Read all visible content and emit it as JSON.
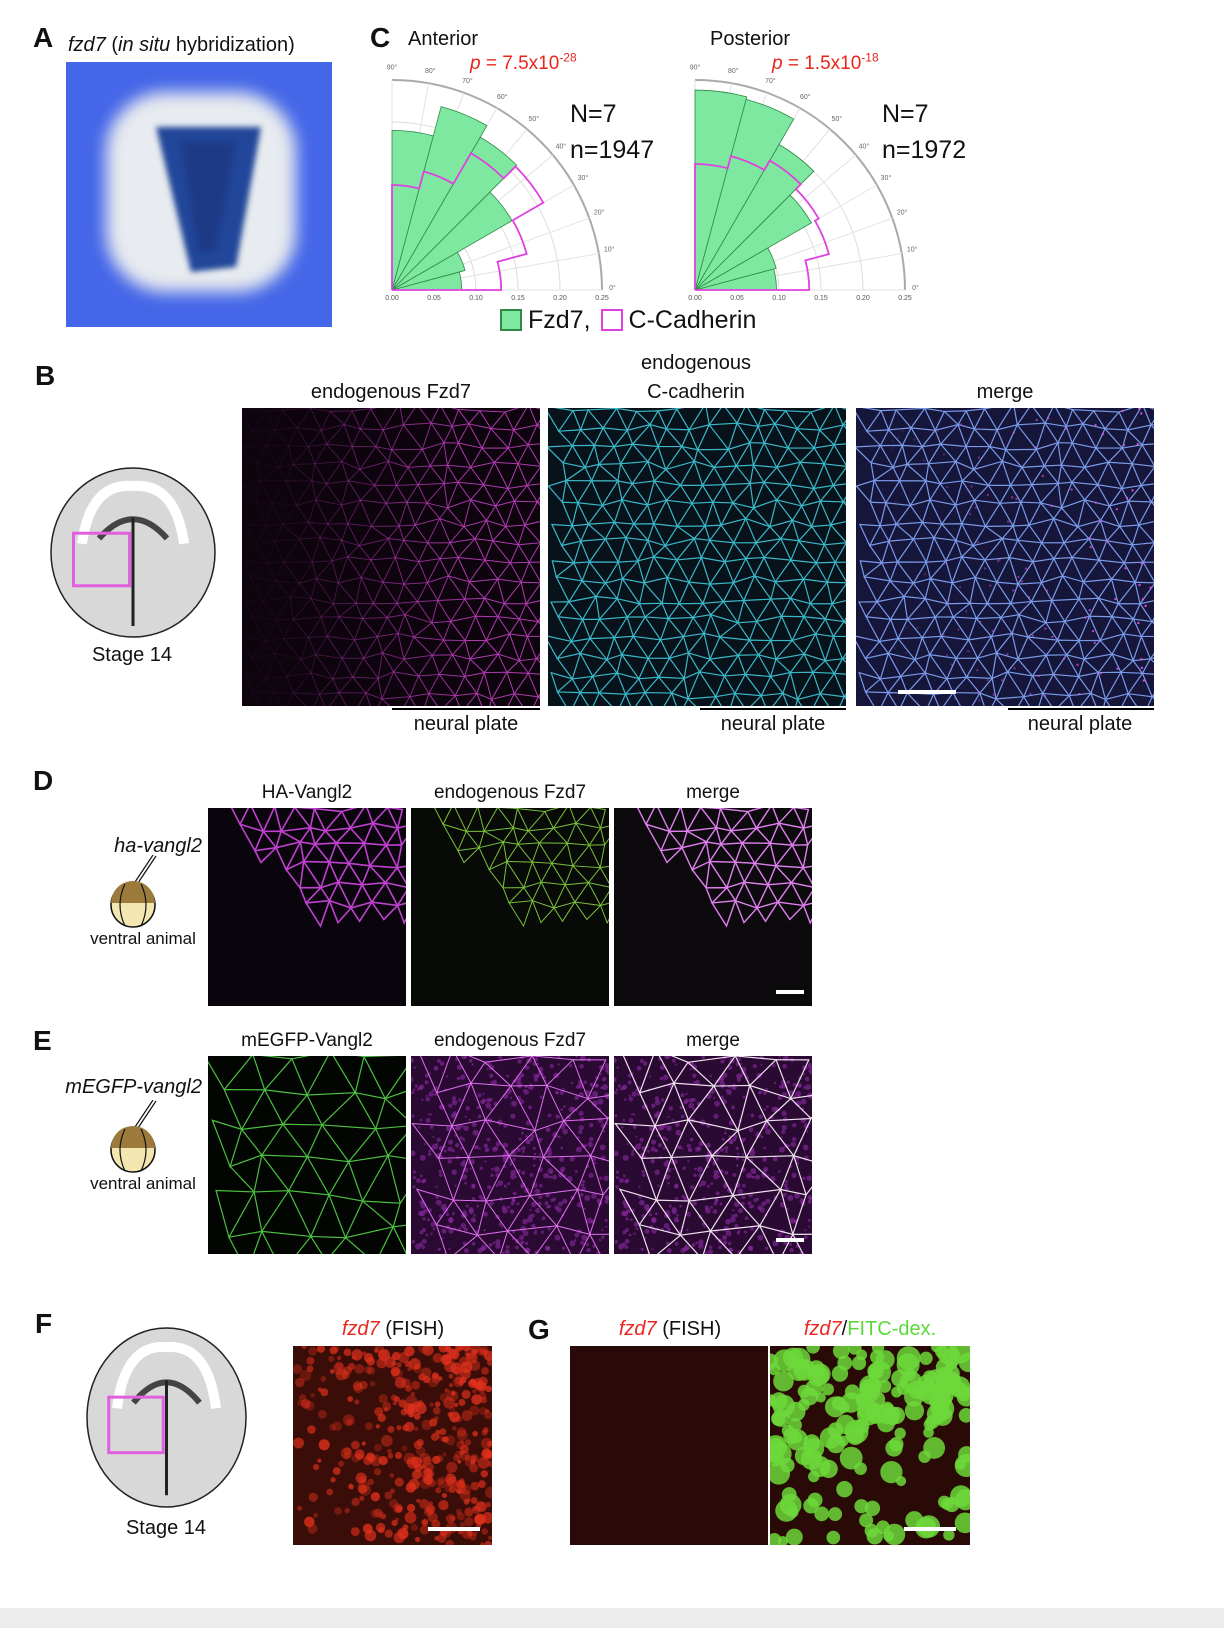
{
  "panels": {
    "A": {
      "label": "A",
      "title_gene": "fzd7",
      "title_open": " (",
      "title_method": "in situ",
      "title_rest": " hybridization)"
    },
    "B": {
      "label": "B",
      "stage": "Stage 14",
      "titles": [
        "endogenous Fzd7",
        "endogenous",
        "C-cadherin",
        "merge"
      ],
      "region": "neural plate"
    },
    "C": {
      "label": "C",
      "legend_fzd7": "Fzd7,",
      "legend_cad": "C-Cadherin"
    },
    "D": {
      "label": "D",
      "construct": "ha-vangl2",
      "site": "ventral animal",
      "titles": [
        "HA-Vangl2",
        "endogenous Fzd7",
        "merge"
      ]
    },
    "E": {
      "label": "E",
      "construct": "mEGFP-vangl2",
      "site": "ventral animal",
      "titles": [
        "mEGFP-Vangl2",
        "endogenous Fzd7",
        "merge"
      ]
    },
    "F": {
      "label": "F",
      "stage": "Stage 14",
      "title_gene": "fzd7",
      "title_rest": " (FISH)"
    },
    "G": {
      "label": "G",
      "title_gene": "fzd7",
      "title_rest": " (FISH)",
      "title2_gene": "fzd7",
      "title2_sep": "/",
      "title2_rest": "FITC-dex."
    }
  },
  "colors": {
    "fzd7": "#7ee8a0",
    "fzd7_edge": "#2f8a45",
    "cadherin": "#e040e0",
    "pvalue": "#e8261c"
  },
  "chart_data": [
    {
      "type": "polar-histogram",
      "title": "Anterior",
      "p_prefix": "p",
      "p_value": " = 7.5x10",
      "p_exp": "-28",
      "N": "N=7",
      "n": "n=1947",
      "angle_bins_deg": [
        0,
        15,
        30,
        45,
        60,
        75,
        90
      ],
      "angle_ticks": [
        "0°",
        "10°",
        "20°",
        "30°",
        "40°",
        "50°",
        "60°",
        "70°",
        "80°",
        "90°"
      ],
      "r_ticks": [
        "0.00",
        "0.05",
        "0.10",
        "0.15",
        "0.20",
        "0.25"
      ],
      "rlim": [
        0,
        0.25
      ],
      "series": [
        {
          "name": "Fzd7",
          "values": [
            0.083,
            0.09,
            0.165,
            0.21,
            0.226,
            0.19
          ]
        },
        {
          "name": "C-Cadherin",
          "values": [
            0.13,
            0.166,
            0.208,
            0.188,
            0.146,
            0.125
          ]
        }
      ]
    },
    {
      "type": "polar-histogram",
      "title": "Posterior",
      "p_prefix": "p",
      "p_value": " = 1.5x10",
      "p_exp": "-18",
      "N": "N=7",
      "n": "n=1972",
      "angle_bins_deg": [
        0,
        15,
        30,
        45,
        60,
        75,
        90
      ],
      "angle_ticks": [
        "0°",
        "10°",
        "20°",
        "30°",
        "40°",
        "50°",
        "60°",
        "70°",
        "80°",
        "90°"
      ],
      "r_ticks": [
        "0.00",
        "0.05",
        "0.10",
        "0.15",
        "0.20",
        "0.25"
      ],
      "rlim": [
        0,
        0.25
      ],
      "series": [
        {
          "name": "Fzd7",
          "values": [
            0.097,
            0.1,
            0.16,
            0.2,
            0.235,
            0.238
          ]
        },
        {
          "name": "C-Cadherin",
          "values": [
            0.136,
            0.165,
            0.17,
            0.178,
            0.165,
            0.15
          ]
        }
      ]
    }
  ]
}
